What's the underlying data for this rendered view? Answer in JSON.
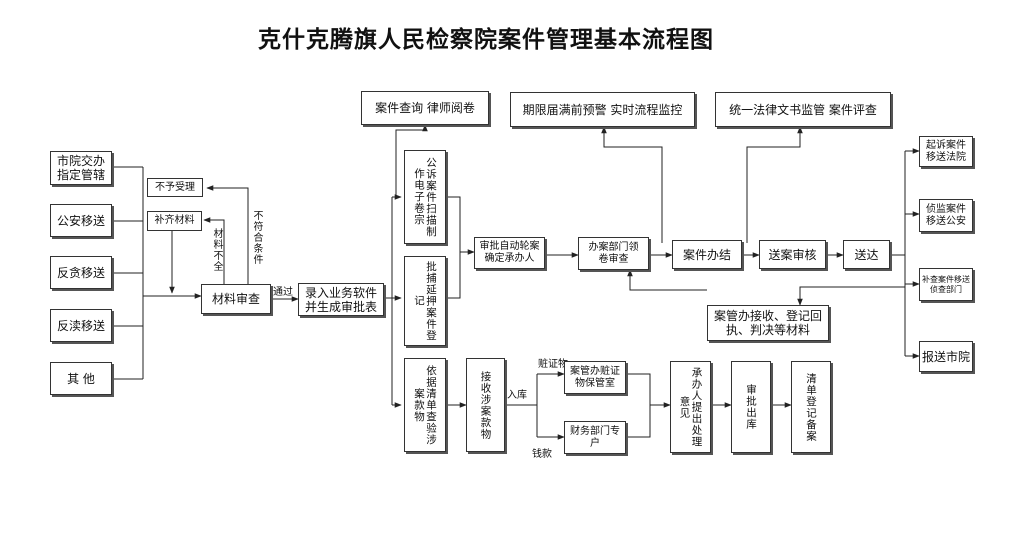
{
  "title": "克什克腾旗人民检察院案件管理基本流程图",
  "nodes": {
    "src_city": "市院交办指定管辖",
    "src_police": "公安移送",
    "src_anticorruption": "反贪移送",
    "src_antidereliction": "反渎移送",
    "src_other": "其 他",
    "reject": "不予受理",
    "supplement": "补齐材料",
    "review": "材料审查",
    "entry": "录入业务软件并生成审批表",
    "query": "案件查询 律师阅卷",
    "public_scan": "公诉案件扫描制作电子卷宗",
    "arrest_reg": "批捕延押案件登记",
    "inventory": "依据清单查验涉案款物",
    "receive_goods": "接收涉案款物",
    "assign": "审批自动轮案确定承办人",
    "dept_review": "办案部门领卷审查",
    "close_case": "案件办结",
    "send_review": "送案审核",
    "deliver": "送达",
    "deadline": "期限届满前预警 实时流程监控",
    "doc_supervise": "统一法律文书监管 案件评查",
    "receipt": "案管办接收、登记回执、判决等材料",
    "out_court": "起诉案件移送法院",
    "out_police": "侦监案件移送公安",
    "out_dept": "补查案件移送侦查部门",
    "out_city": "报送市院",
    "custody_room": "案管办赃证物保管室",
    "finance": "财务部门专户",
    "opinion": "承办人提出处理意见",
    "approve_out": "审批出库",
    "register": "清单登记备案"
  },
  "labels": {
    "incomplete": "材料不全",
    "nonconform": "不符合条件",
    "pass": "通过",
    "stolen_goods": "赃证物",
    "store": "入库",
    "money": "钱款"
  }
}
